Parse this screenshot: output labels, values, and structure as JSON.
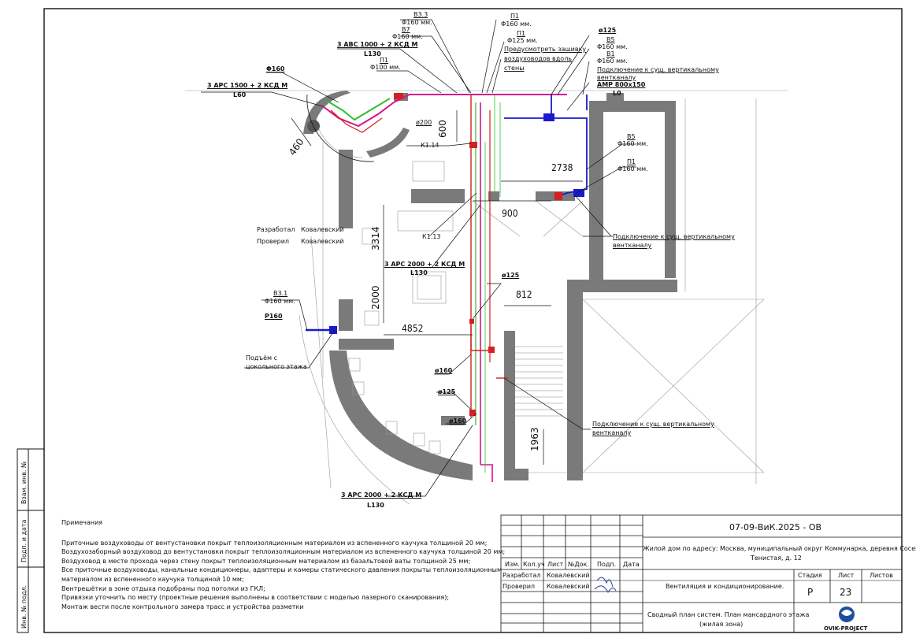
{
  "labels": {
    "b33": "В3.3",
    "b33d": "Φ160 мм.",
    "b7": "В7",
    "b7d": "Φ160 мм.",
    "abc": "3 АВС 1000 + 2 КСД М",
    "abcL": "L130",
    "p1top": "П1",
    "p1topd": "Φ100 мм.",
    "phi160": "Φ160",
    "arc1500": "3 АРС 1500 + 2 КСД М",
    "arc1500L": "L60",
    "p1a": "П1",
    "p1ad": "Φ160 мм.",
    "p1b": "П1",
    "p1bd": "Φ125 мм.",
    "note_sew1": "Предусмотреть зашивку",
    "note_sew2": "воздуховодов вдоль",
    "note_sew3": "стены",
    "d125top": "ø125",
    "b5top": "В5",
    "b5topd": "Φ160 мм.",
    "b1": "В1",
    "b1d": "Φ160 мм.",
    "conn1a": "Подключение к сущ. вертикальному",
    "conn1b": "вентканалу",
    "amp": "АМР 800х150",
    "l0": "L0",
    "d200": "ø200",
    "k114": "К1.14",
    "dim600": "600",
    "dim460": "460",
    "dim2738": "2738",
    "b5r": "В5",
    "b5rd": "Φ160 мм.",
    "p1r": "П1",
    "p1rd": "Φ160 мм.",
    "dim900": "900",
    "dev_role": "Разработал",
    "dev_name": "Ковалевский",
    "chk_role": "Проверил",
    "chk_name": "Ковалевский",
    "k113": "К1.13",
    "dim3314": "3314",
    "arc2000a": "3 АРС 2000 + 2 КСД М",
    "arc2000aL": "L130",
    "conn2a": "Подключение к сущ. вертикальному",
    "conn2b": "вентканалу",
    "d125mid": "ø125",
    "dim2000": "2000",
    "dim812": "812",
    "b31": "В3.1",
    "b31d": "Φ160 мм.",
    "p160": "Р160",
    "dim4852": "4852",
    "rise1": "Подъём с",
    "rise2": "цокольного этажа",
    "d160a": "ø160",
    "d125b": "ø125",
    "d160b": "ø160",
    "conn3a": "Подключение к сущ. вертикальному",
    "conn3b": "вентканалу",
    "dim1963": "1963",
    "arc2000b": "3 АРС 2000 + 2 КСД М",
    "arc2000bL": "L130"
  },
  "notes": {
    "title": "Примечания",
    "lines": [
      "Приточные воздуховоды от вентустановки покрыт теплоизоляционным материалом из вспененного каучука толщиной 20 мм;",
      "Воздухозаборный воздуховод до вентустановки покрыт теплоизоляционным материалом из вспененного каучука толщиной 20 мм;",
      "Воздуховод в месте прохода через стену покрыт теплоизоляционным материалом из базальтовой ваты толщиной 25 мм;",
      "Все приточные воздуховоды, канальные кондиционеры, адаптеры и камеры статического давления покрыты теплоизоляционным",
      "материалом из вспененного каучука толщиной 10 мм;",
      "Вентрешётки в зоне отдыха подобраны под потолки из ГКЛ;",
      "Привязки уточнить по месту (проектные решения выполнены в соответствии с моделью лазерного сканирования);",
      "Монтаж вести после контрольного замера трасс и устройства разметки"
    ]
  },
  "side": {
    "vzam": "Взам. инв. №",
    "podp": "Подп. и дата",
    "inv": "Инв. № подл."
  },
  "titleblock": {
    "code": "07-09-ВиК.2025 - ОВ",
    "address1": "Жилой дом по адресу: Москва, муниципальный округ Коммунарка, деревня Сосенки, ул.",
    "address2": "Тенистая, д. 12",
    "hdr": [
      "Изм.",
      "Кол.уч",
      "Лист",
      "№Док.",
      "Подп.",
      "Дата"
    ],
    "dev_role": "Разработал",
    "dev_name": "Ковалевский",
    "chk_role": "Проверил",
    "chk_name": "Ковалевский",
    "section": "Вентиляция и кондиционирование.",
    "stage_h": "Стадия",
    "sheet_h": "Лист",
    "sheets_h": "Листов",
    "stage": "Р",
    "sheet": "23",
    "sheets": "",
    "drawing1": "Сводный план систем. План мансардного этажа",
    "drawing2": "(жилая зона)",
    "logo": "OVIK-PROJECT"
  },
  "colors": {
    "wall": "#7a7a7a",
    "supply": "#d6148a",
    "exhaust": "#1a1acc",
    "pipe_red": "#d42020",
    "green": "#2fbf2f",
    "line": "#111111",
    "logo_blue": "#1f4f9c"
  }
}
